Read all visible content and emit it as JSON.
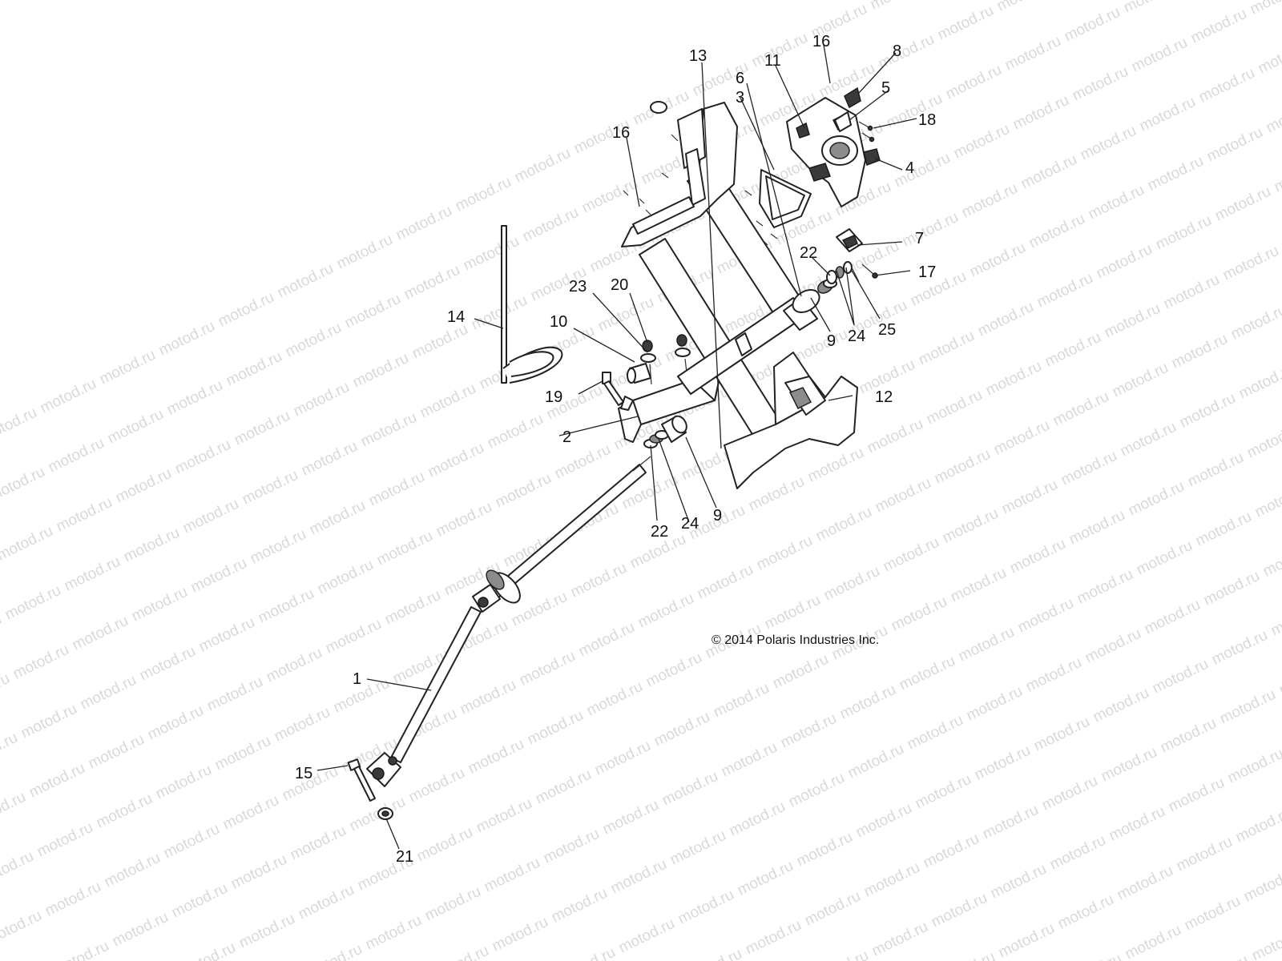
{
  "watermark": {
    "text": "motod.ru"
  },
  "copyright": "© 2014 Polaris Industries Inc.",
  "labels": {
    "l1": "1",
    "l2": "2",
    "l3": "3",
    "l4": "4",
    "l5": "5",
    "l6": "6",
    "l7": "7",
    "l8": "8",
    "l9a": "9",
    "l9b": "9",
    "l10": "10",
    "l11": "11",
    "l12": "12",
    "l13": "13",
    "l14": "14",
    "l15": "15",
    "l16a": "16",
    "l16b": "16",
    "l17": "17",
    "l18": "18",
    "l19": "19",
    "l20": "20",
    "l21": "21",
    "l22a": "22",
    "l22b": "22",
    "l23": "23",
    "l24a": "24",
    "l24b": "24",
    "l25": "25"
  },
  "colors": {
    "line": "#222222",
    "watermark": "#d9d9d9",
    "background": "#ffffff"
  }
}
